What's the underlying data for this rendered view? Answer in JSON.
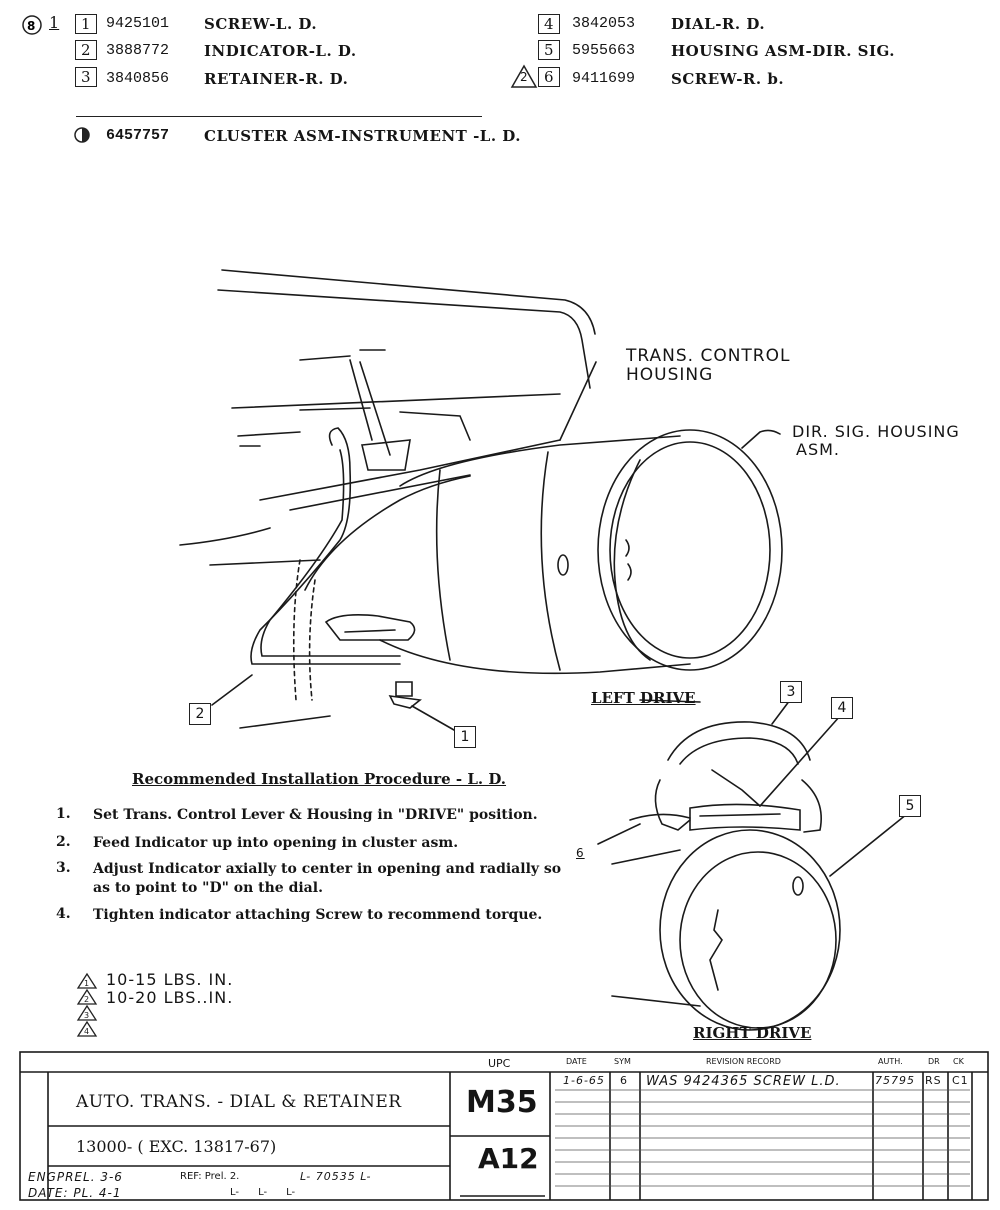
{
  "parts_list": {
    "left": [
      {
        "index": "1",
        "part": "9425101",
        "desc": "SCREW-L. D."
      },
      {
        "index": "2",
        "part": "3888772",
        "desc": "INDICATOR-L. D."
      },
      {
        "index": "3",
        "part": "3840856",
        "desc": "RETAINER-R. D."
      }
    ],
    "right": [
      {
        "index": "4",
        "part": "3842053",
        "desc": "DIAL-R. D."
      },
      {
        "index": "5",
        "part": "5955663",
        "desc": "HOUSING ASM-DIR. SIG."
      },
      {
        "index": "6",
        "part": "9411699",
        "desc": "SCREW-R. b.",
        "flag": "2"
      }
    ],
    "row1_marker": "1",
    "cluster": {
      "part": "6457757",
      "desc": "CLUSTER ASM-INSTRUMENT -L. D."
    }
  },
  "diagram": {
    "labels": {
      "trans_control": [
        "TRANS. CONTROL",
        "HOUSING"
      ],
      "dir_sig": [
        "DIR. SIG. HOUSING",
        "ASM."
      ],
      "left_drive": "LEFT DRIVE",
      "right_drive": "RIGHT DRIVE"
    },
    "callouts": {
      "c1": "1",
      "c2": "2",
      "c3": "3",
      "c4": "4",
      "c5": "5",
      "c6": "6"
    }
  },
  "procedure": {
    "title": "Recommended Installation Procedure - L. D.",
    "steps": [
      {
        "n": "1.",
        "text": "Set Trans. Control Lever & Housing in \"DRIVE\" position."
      },
      {
        "n": "2.",
        "text": "Feed Indicator up into opening in cluster asm."
      },
      {
        "n": "3.",
        "text": "Adjust Indicator axially to center in opening and radially so as to point to \"D\" on the dial."
      },
      {
        "n": "4.",
        "text": "Tighten indicator attaching Screw to recommend torque."
      }
    ]
  },
  "torque": {
    "notes": [
      {
        "flag": "1",
        "text": "10-15 LBS. IN."
      },
      {
        "flag": "2",
        "text": "10-20 LBS..IN."
      },
      {
        "flag": "3",
        "text": ""
      },
      {
        "flag": "4",
        "text": ""
      }
    ]
  },
  "title_block": {
    "title": "AUTO. TRANS. - DIAL & RETAINER",
    "model": "13000- ( EXC. 13817-67)",
    "ref_line1": "ENGPREL. 3-6",
    "ref_line1b": "REF: Prel. 2.",
    "ref_line1c": "L- 70535 L-",
    "ref_line2": "DATE: PL. 4-1",
    "ref_line2b": "L-      L-      L-",
    "upc_header": "UPC",
    "upc_code": "M35",
    "upc_sub": "A12",
    "rev_headers": [
      "DATE",
      "SYM",
      "REVISION RECORD",
      "AUTH.",
      "DR",
      "CK"
    ],
    "rev_entry": {
      "date": "1-6-65",
      "sym": "6",
      "text": "WAS 9424365 SCREW L.D.",
      "auth": "75795",
      "dr": "RS",
      "ck": "C1"
    }
  }
}
